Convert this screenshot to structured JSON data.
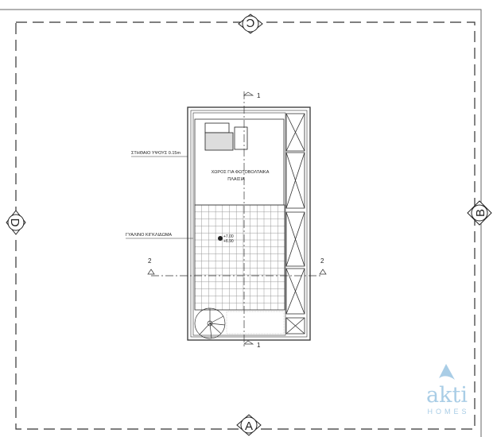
{
  "drawing": {
    "markers": {
      "top": "C",
      "left": "D",
      "right": "B",
      "bottom": "A"
    },
    "section_1": "1",
    "section_2": "2",
    "labels": {
      "parapet": "ΣΤΗΘΑΙΟ ΥΨΟΥΣ 0.15m",
      "pv_area_line1": "ΧΩΡΟΣ ΓΙΑ ΦΩΤΟΒΟΛΤΑΙΚΑ",
      "pv_area_line2": "ΠΛΑΙΣΙΑ",
      "glass_railing": "ΓΥΑΛΙΝΟ ΚΙΓΚΛΙΔΩΜΑ",
      "level_top": "+7.00",
      "level_bottom": "+6.90"
    }
  },
  "logo": {
    "name": "akti",
    "sub": "HOMES",
    "color": "#a9cde6"
  }
}
